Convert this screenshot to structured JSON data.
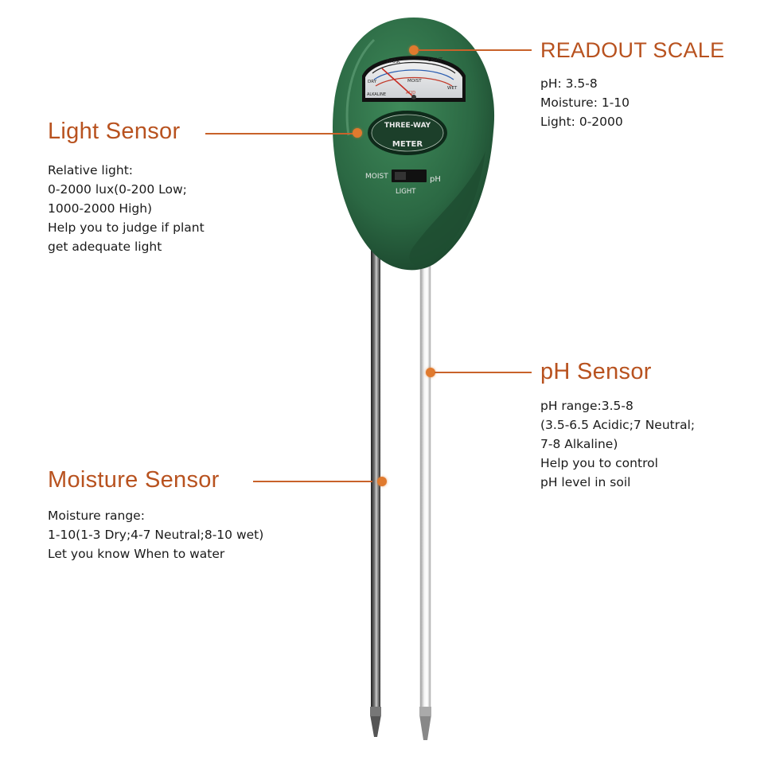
{
  "device": {
    "badge_line1": "THREE-WAY",
    "badge_line2": "METER",
    "switch_left": "MOIST",
    "switch_right": "pH",
    "switch_bottom": "LIGHT",
    "gauge_top_left": "DARK",
    "gauge_top_right": "LIGHT",
    "gauge_left": "DRY",
    "gauge_right": "WET",
    "gauge_mid": "MOIST",
    "gauge_bottom_left": "ALKALINE",
    "gauge_bottom_mid": "ACID"
  },
  "callouts": {
    "readout": {
      "title": "READOUT SCALE",
      "lines": [
        "pH: 3.5-8",
        "Moisture: 1-10",
        "Light: 0-2000"
      ]
    },
    "light": {
      "title": "Light Sensor",
      "lines": [
        "Relative light:",
        "0-2000 lux(0-200 Low;",
        "1000-2000 High)",
        "Help you to judge if plant",
        "get adequate light"
      ]
    },
    "ph": {
      "title": "pH Sensor",
      "lines": [
        "pH range:3.5-8",
        "(3.5-6.5 Acidic;7 Neutral;",
        "7-8 Alkaline)",
        "Help you to control",
        "pH level in soil"
      ]
    },
    "moisture": {
      "title": "Moisture Sensor",
      "lines": [
        "Moisture range:",
        "1-10(1-3 Dry;4-7 Neutral;8-10 wet)",
        "Let you know When to water"
      ]
    }
  },
  "colors": {
    "accent": "#b8521f",
    "leader": "#c8622a",
    "device_green": "#2e6b45",
    "probe_dark": "#3a3a3a",
    "probe_light": "#d8d8d8"
  }
}
